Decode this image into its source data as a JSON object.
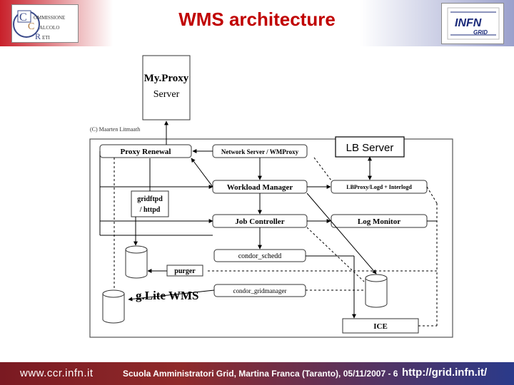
{
  "header": {
    "title": "WMS architecture",
    "logo_left_text": [
      "OMMISSIONE",
      "ALCOLO",
      "ETI"
    ],
    "logo_left_initials": [
      "C",
      "C",
      "R"
    ],
    "logo_right_text": "INFN",
    "logo_right_sub": "GRID"
  },
  "diagram": {
    "copyright": "(C) Maarten Litmaath",
    "myproxy_line1": "My.Proxy",
    "myproxy_line2": "Server",
    "lb_server": "LB Server",
    "proxy_renewal": "Proxy Renewal",
    "network_server": "Network Server / WMProxy",
    "workload_manager": "Workload Manager",
    "lbproxy": "LBProxy/Logd + Interlogd",
    "gridftpd_line1": "gridftpd",
    "gridftpd_line2": "/ httpd",
    "job_controller": "Job Controller",
    "log_monitor": "Log Monitor",
    "condor_schedd": "condor_schedd",
    "purger": "purger",
    "glite_wms": "g.Lite WMS",
    "condor_gridmanager": "condor_gridmanager",
    "ice": "ICE"
  },
  "footer": {
    "left": "www.ccr.infn.it",
    "middle": "Scuola Amministratori Grid, Martina Franca (Taranto), 05/11/2007  -  6",
    "right": "http://grid.infn.it/"
  }
}
